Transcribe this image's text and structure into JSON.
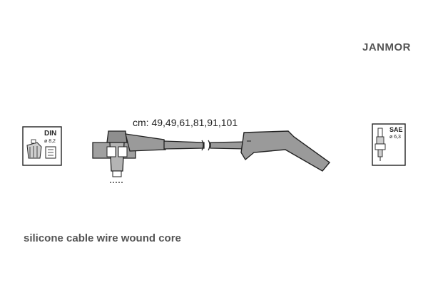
{
  "brand": "JANMOR",
  "lengths_label": "cm: 49,49,61,81,91,101",
  "caption": "silicone cable wire wound core",
  "din": {
    "title": "DIN",
    "diameter": "ø 8,2"
  },
  "sae": {
    "title": "SAE",
    "diameter": "ø 6,3"
  },
  "colors": {
    "cable": "#9a9a9a",
    "outline": "#222222",
    "text": "#555555"
  }
}
